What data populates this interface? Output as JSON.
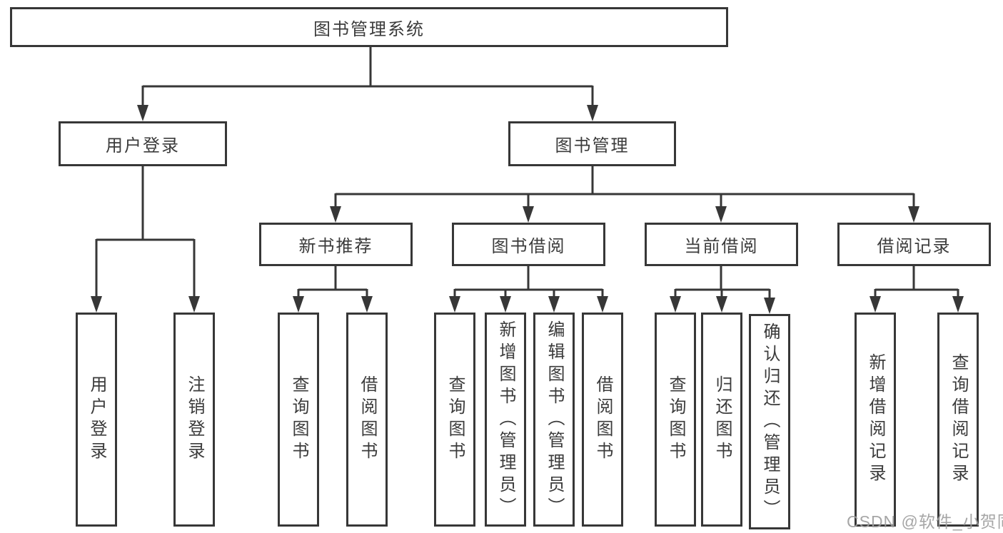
{
  "colors": {
    "line": "#373737",
    "box_border": "#373737",
    "text": "#3b3b3b",
    "watermark": "#9e9e9e",
    "background": "#ffffff"
  },
  "tree": {
    "root": "图书管理系统",
    "branches": [
      {
        "label": "用户登录",
        "children": [
          "用户登录",
          "注销登录"
        ]
      },
      {
        "label": "图书管理",
        "sections": [
          {
            "label": "新书推荐",
            "children": [
              "查询图书",
              "借阅图书"
            ]
          },
          {
            "label": "图书借阅",
            "children": [
              "查询图书",
              "新增图书（管理员）",
              "编辑图书（管理员）",
              "借阅图书"
            ]
          },
          {
            "label": "当前借阅",
            "children": [
              "查询图书",
              "归还图书",
              "确认归还（管理员）"
            ]
          },
          {
            "label": "借阅记录",
            "children": [
              "新增借阅记录",
              "查询借阅记录"
            ]
          }
        ]
      }
    ]
  },
  "watermark": "CSDN @软件_小贺同学"
}
